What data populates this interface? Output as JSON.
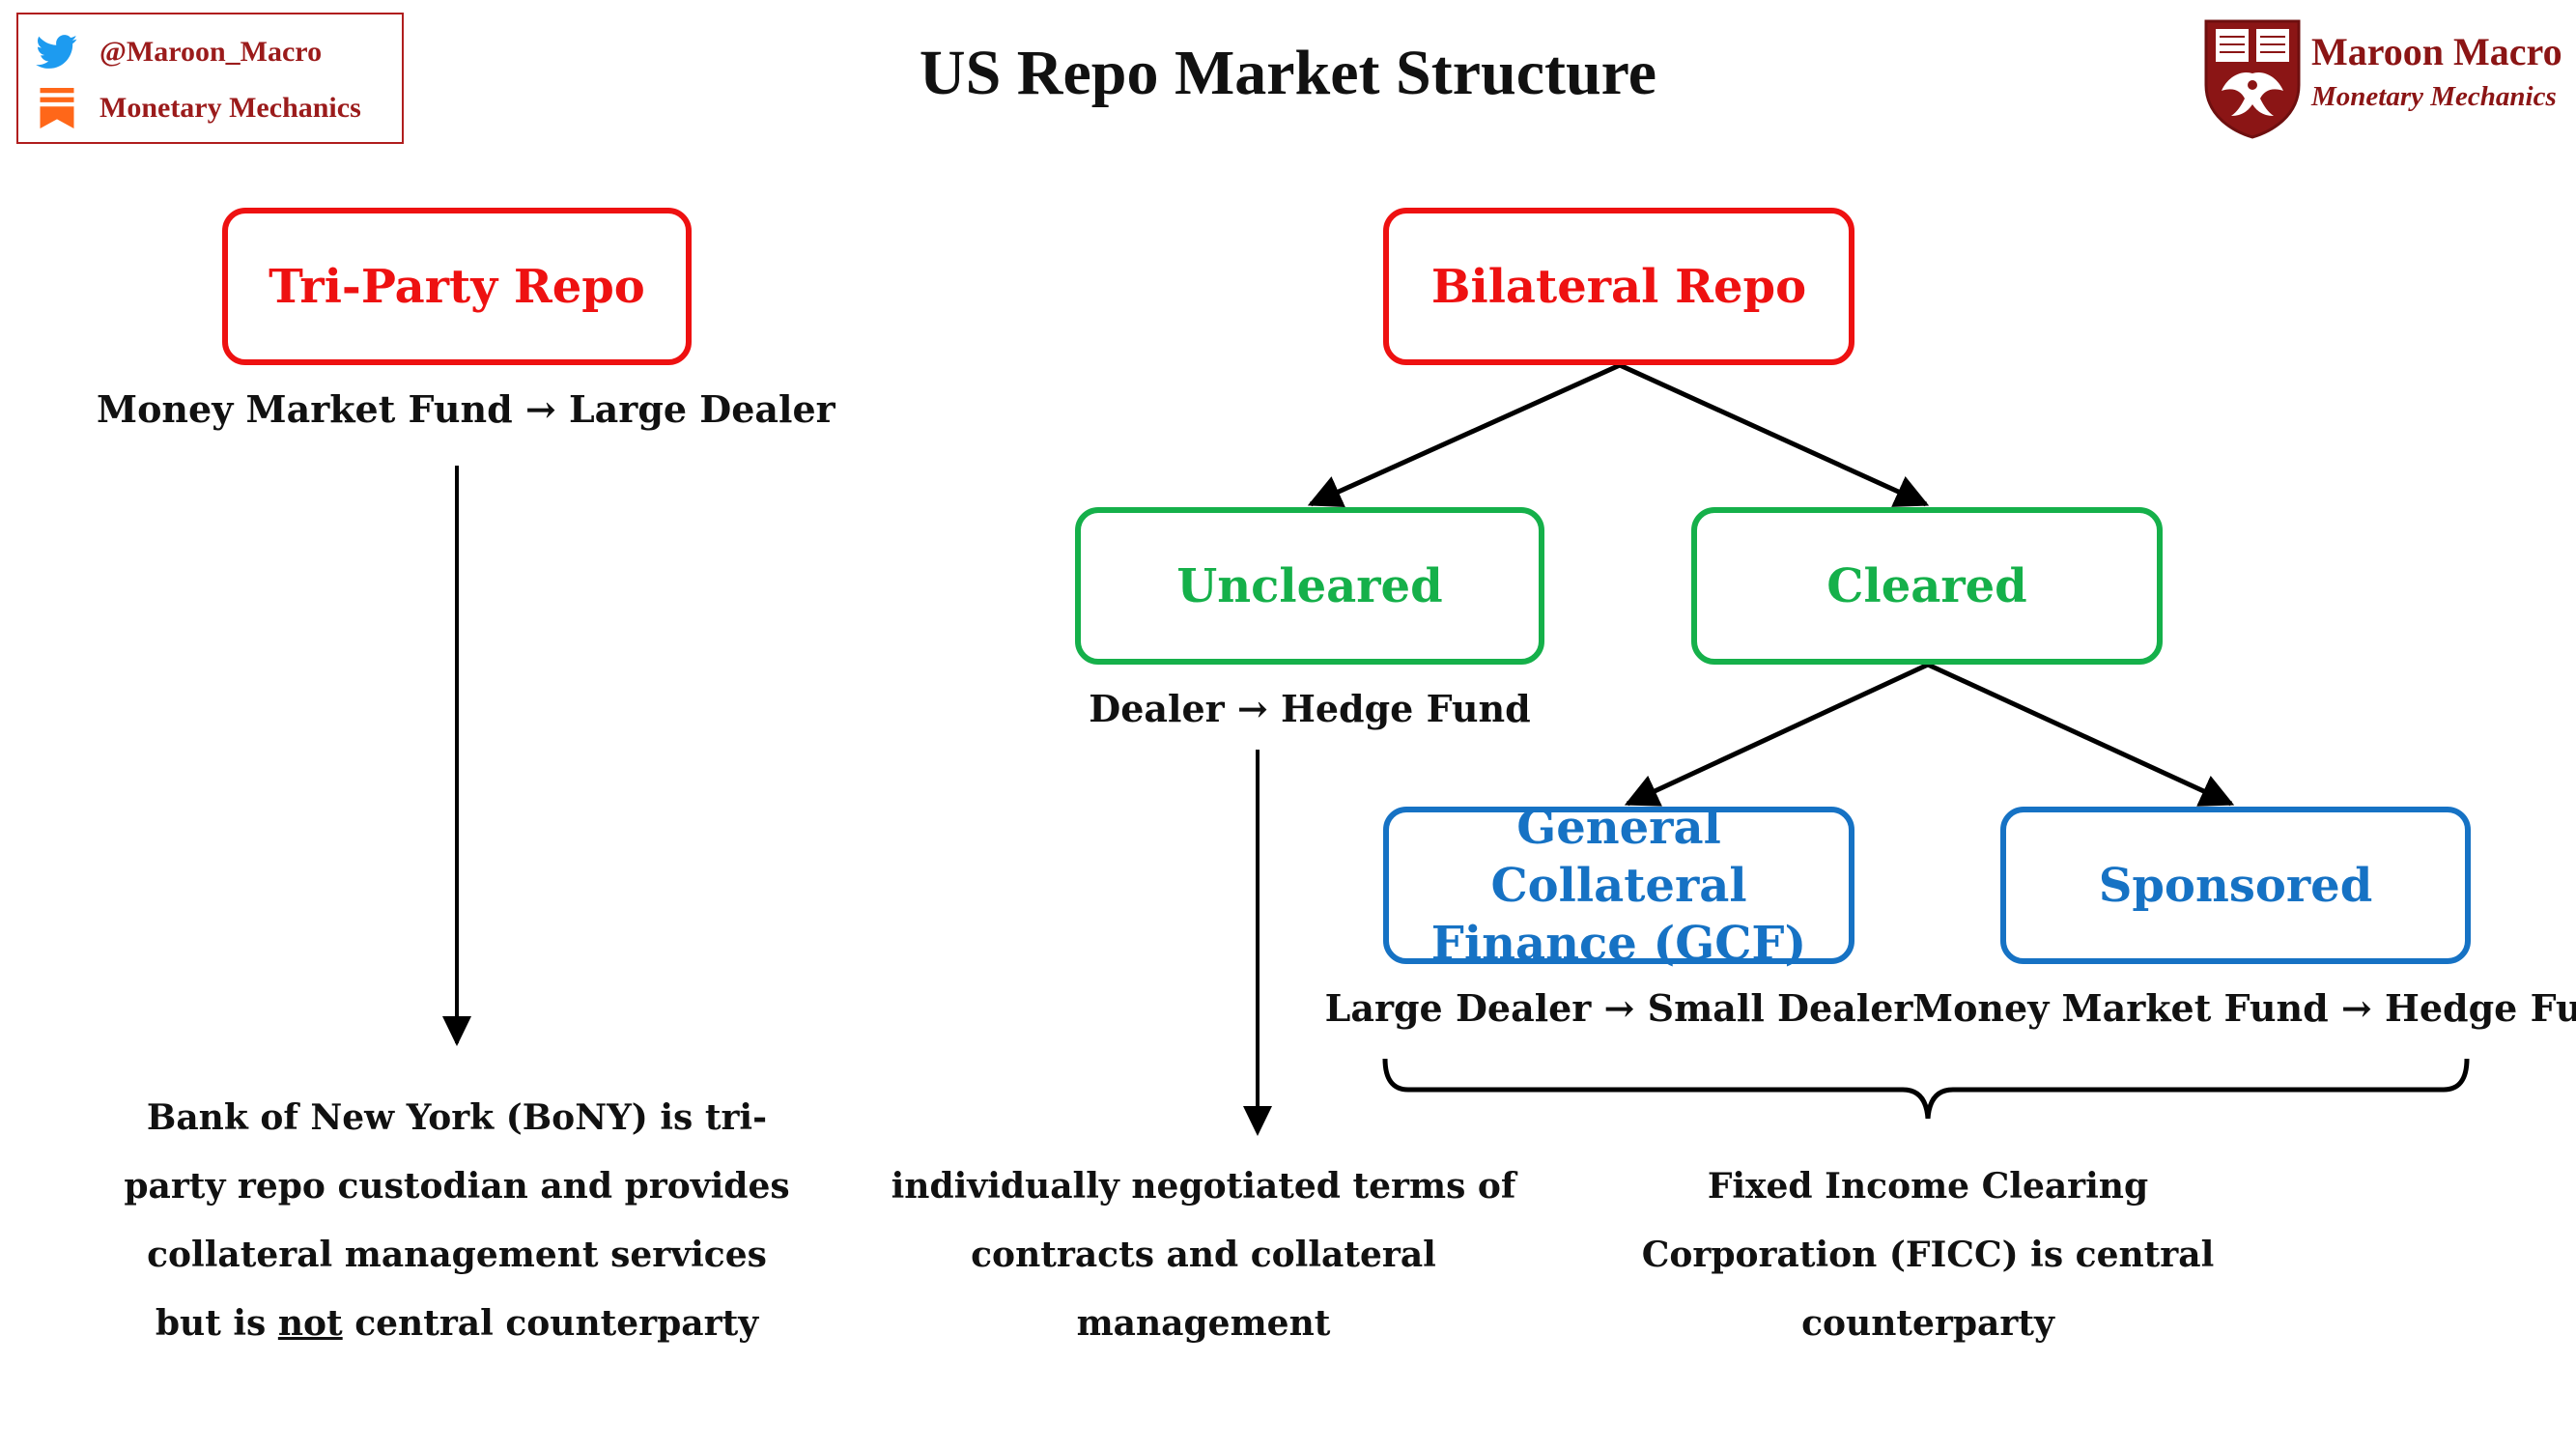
{
  "header": {
    "title": "US Repo Market Structure",
    "twitter_handle": "@Maroon_Macro",
    "substack_name": "Monetary Mechanics",
    "brand_name": "Maroon Macro",
    "brand_sub": "Monetary Mechanics"
  },
  "diagram": {
    "triparty": {
      "label": "Tri-Party Repo",
      "flow": "Money Market Fund → Large Dealer",
      "note_pre": "Bank of New York (BoNY) is tri-party repo custodian and provides collateral management services but is ",
      "note_emph": "not",
      "note_post": " central counterparty"
    },
    "bilateral": {
      "label": "Bilateral Repo"
    },
    "uncleared": {
      "label": "Uncleared",
      "flow": "Dealer → Hedge Fund",
      "note": "individually negotiated terms of contracts and collateral management"
    },
    "cleared": {
      "label": "Cleared",
      "note": "Fixed Income Clearing Corporation (FICC) is central counterparty"
    },
    "gcf": {
      "label_line1": "General Collateral",
      "label_line2": "Finance (GCF)",
      "flow": "Large Dealer → Small Dealer"
    },
    "sponsored": {
      "label": "Sponsored",
      "flow": "Money Market Fund → Hedge Fund"
    }
  },
  "colors": {
    "level1": "#ee1111",
    "level2": "#15b04a",
    "level3": "#1672c4",
    "brand": "#8b1515"
  },
  "icons": [
    "twitter-bird-icon",
    "substack-icon",
    "crest-logo"
  ]
}
